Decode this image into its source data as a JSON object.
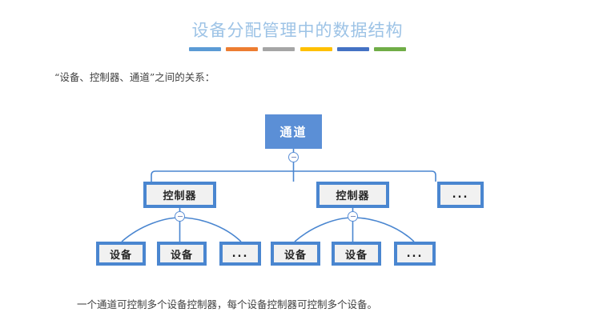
{
  "slide": {
    "title": "设备分配管理中的数据结构",
    "subtitle": "“设备、控制器、通道”之间的关系：",
    "caption": "一个通道可控制多个设备控制器，每个设备控制器可控制多个设备。",
    "background_color": "#FFFFFF"
  },
  "title_rule": {
    "segments": [
      {
        "name": "segment-blue",
        "color": "#5B9BD5"
      },
      {
        "name": "segment-orange",
        "color": "#ED7D31"
      },
      {
        "name": "segment-gray",
        "color": "#A5A5A5"
      },
      {
        "name": "segment-yellow",
        "color": "#FFC000"
      },
      {
        "name": "segment-darkblue",
        "color": "#4472C4"
      },
      {
        "name": "segment-green",
        "color": "#70AD47"
      }
    ]
  },
  "colors": {
    "title_text": "#9DC3E6",
    "root_fill": "#5B8FD6",
    "root_text": "#FFFFFF",
    "node_fill": "#F1F1F1",
    "node_border": "#4A86D0",
    "node_text": "#262626",
    "connector": "#4A86D0",
    "toggle_border": "#5B8FD6",
    "toggle_bar": "#7B8FBF"
  },
  "diagram": {
    "type": "tree",
    "root": {
      "label": "通道",
      "level": 1,
      "collapse_state": "expanded",
      "toggle_glyph": "minus"
    },
    "level2": [
      {
        "label": "控制器",
        "collapse_state": "expanded",
        "toggle_glyph": "minus",
        "kind": "controller"
      },
      {
        "label": "控制器",
        "collapse_state": "expanded",
        "toggle_glyph": "minus",
        "kind": "controller"
      },
      {
        "label": "...",
        "collapse_state": "none",
        "toggle_glyph": "none",
        "kind": "ellipsis"
      }
    ],
    "level3": {
      "group_left": [
        {
          "label": "设备",
          "kind": "device"
        },
        {
          "label": "设备",
          "kind": "device"
        },
        {
          "label": "...",
          "kind": "ellipsis"
        }
      ],
      "group_right": [
        {
          "label": "设备",
          "kind": "device"
        },
        {
          "label": "设备",
          "kind": "device"
        },
        {
          "label": "...",
          "kind": "ellipsis"
        }
      ]
    }
  }
}
